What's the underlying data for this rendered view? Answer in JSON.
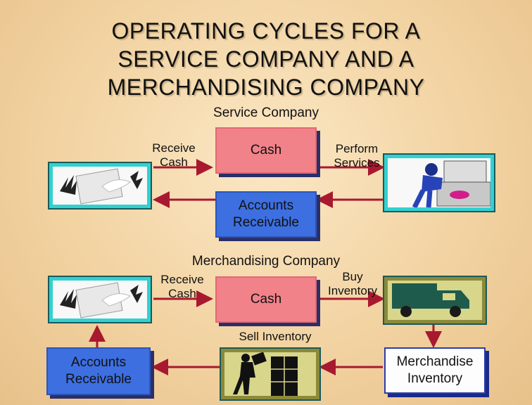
{
  "title_lines": [
    "OPERATING CYCLES FOR A",
    "SERVICE COMPANY AND A",
    "MERCHANDISING COMPANY"
  ],
  "service": {
    "heading": "Service Company",
    "receive_cash_1": "Receive",
    "receive_cash_2": "Cash",
    "cash": "Cash",
    "perform_1": "Perform",
    "perform_2": "Services",
    "ar_1": "Accounts",
    "ar_2": "Receivable"
  },
  "merch": {
    "heading": "Merchandising Company",
    "receive_cash_1": "Receive",
    "receive_cash_2": "Cash",
    "cash": "Cash",
    "buy_1": "Buy",
    "buy_2": "Inventory",
    "sell": "Sell Inventory",
    "ar_1": "Accounts",
    "ar_2": "Receivable",
    "mi_1": "Merchandise",
    "mi_2": "Inventory"
  },
  "icons": {
    "envelope": "winged-envelope-icon",
    "mechanic": "mechanic-icon",
    "truck": "delivery-truck-icon",
    "worker": "worker-lifting-box-icon"
  },
  "colors": {
    "pink_box": "#f1828a",
    "blue_box": "#3d6fe0",
    "arrow": "#a8192f",
    "cyan_frame": "#33d0d0",
    "olive_frame": "#8a8a3a"
  }
}
